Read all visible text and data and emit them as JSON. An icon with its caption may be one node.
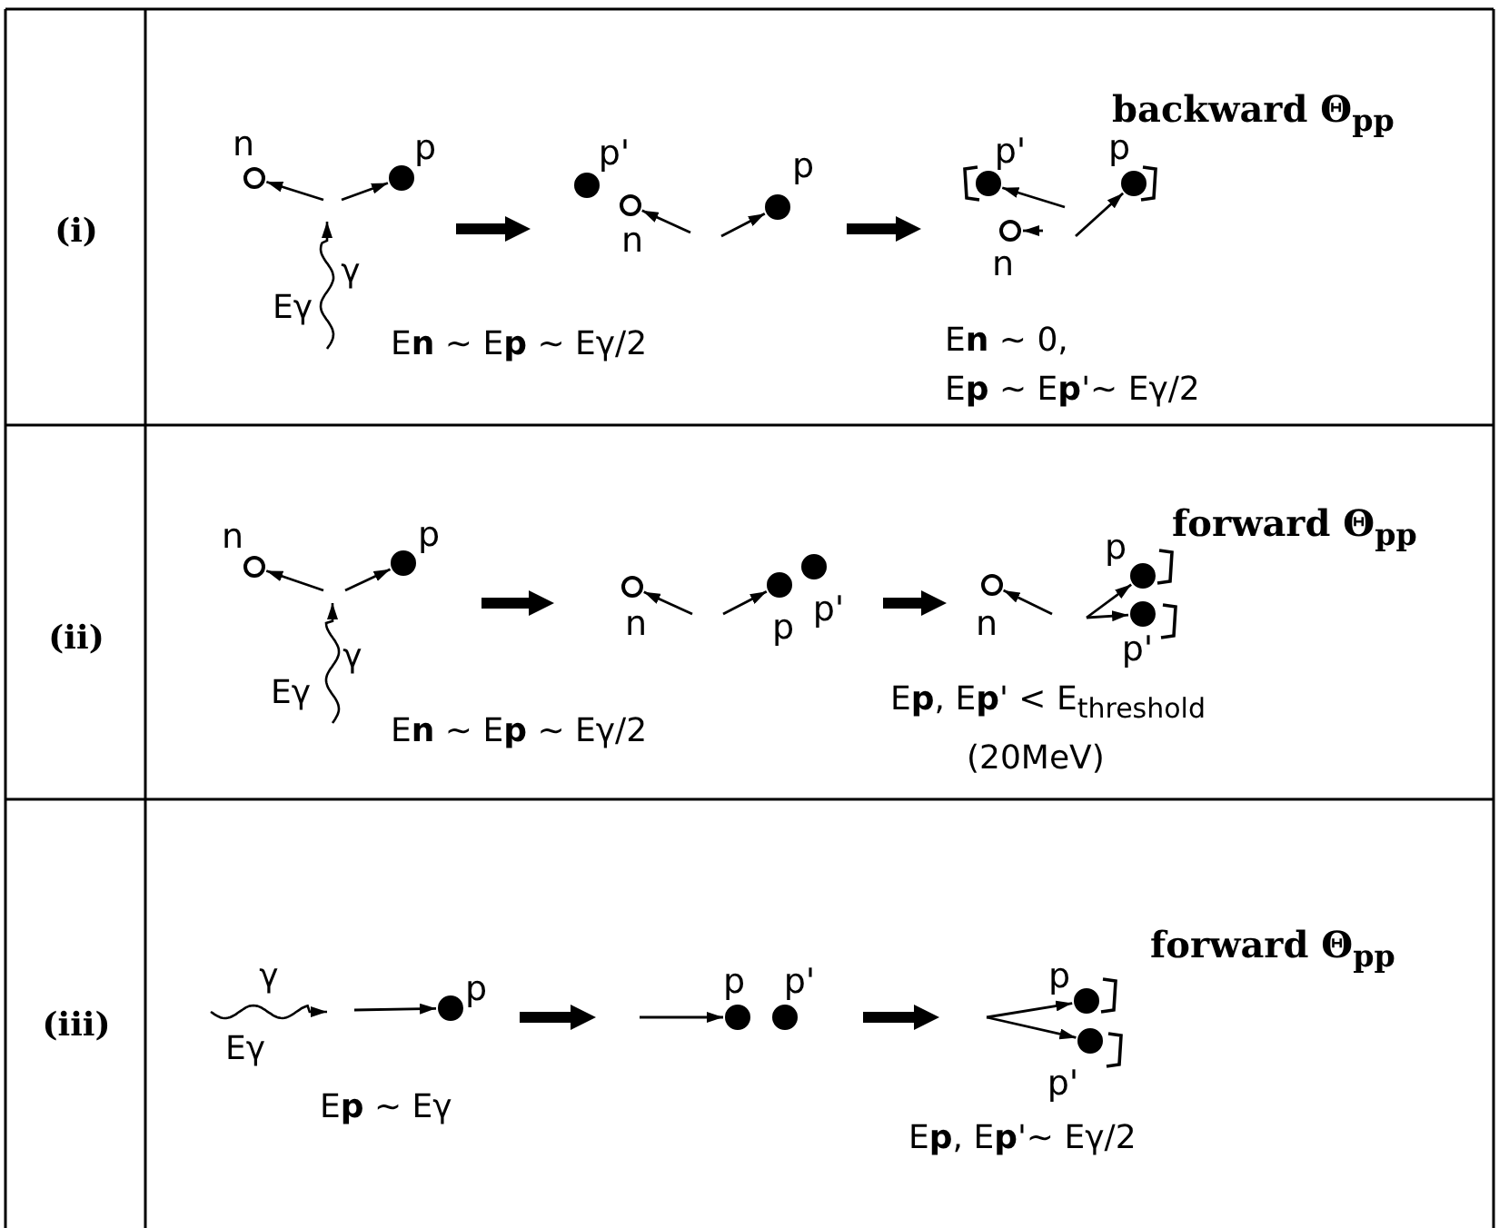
{
  "diagram": {
    "nodes": [
      {
        "text": [],
        "shape": "circle",
        "beside": [
          "n"
        ]
      },
      {
        "text": [],
        "shape": "circle",
        "beside": [
          "p"
        ]
      },
      {
        "text": [],
        "shape": "circle",
        "beside": [
          "p'"
        ]
      },
      {
        "text": [],
        "shape": "circle",
        "beside": [
          "n"
        ]
      },
      {
        "text": [],
        "shape": "circle",
        "beside": [
          "p"
        ]
      },
      {
        "text": [],
        "shape": "circle",
        "beside": [
          "p'"
        ]
      },
      {
        "text": [],
        "shape": "circle",
        "beside": [
          "n"
        ]
      },
      {
        "text": [],
        "shape": "circle",
        "beside": [
          "p"
        ]
      },
      {
        "text": [],
        "shape": "circle",
        "beside": [
          "n"
        ]
      },
      {
        "text": [],
        "shape": "circle",
        "beside": [
          "p"
        ]
      },
      {
        "text": [],
        "shape": "circle",
        "beside": [
          "n"
        ]
      },
      {
        "text": [],
        "shape": "circle",
        "beside": [
          "p"
        ]
      },
      {
        "text": [],
        "shape": "circle",
        "beside": [
          "p'"
        ]
      },
      {
        "text": [],
        "shape": "circle",
        "beside": [
          "n"
        ]
      },
      {
        "text": [],
        "shape": "circle",
        "beside": [
          "p"
        ]
      },
      {
        "text": [],
        "shape": "circle",
        "beside": [
          "p'"
        ]
      },
      {
        "text": [],
        "shape": "circle",
        "beside": [
          "p"
        ]
      },
      {
        "text": [],
        "shape": "circle",
        "beside": [
          "p"
        ]
      },
      {
        "text": [],
        "shape": "circle",
        "beside": [
          "p'"
        ]
      },
      {
        "text": [],
        "shape": "circle",
        "beside": [
          "p"
        ]
      },
      {
        "text": [],
        "shape": "circle",
        "beside": [
          "p'"
        ]
      }
    ],
    "edges": [
      {
        "from": null,
        "to": 0,
        "arrow": "to"
      },
      {
        "from": null,
        "to": 1,
        "arrow": "to"
      },
      {
        "from": null,
        "to": 3,
        "arrow": "to"
      },
      {
        "from": null,
        "to": 4,
        "arrow": "to"
      },
      {
        "from": null,
        "to": 5,
        "arrow": "to"
      },
      {
        "from": null,
        "to": 6,
        "arrow": "to"
      },
      {
        "from": null,
        "to": 7,
        "arrow": "to"
      },
      {
        "from": null,
        "to": 8,
        "arrow": "to"
      },
      {
        "from": null,
        "to": 9,
        "arrow": "to"
      },
      {
        "from": null,
        "to": 10,
        "arrow": "to"
      },
      {
        "from": null,
        "to": 11,
        "arrow": "to"
      },
      {
        "from": null,
        "to": 13,
        "arrow": "to"
      },
      {
        "from": null,
        "to": 14,
        "arrow": "to"
      },
      {
        "from": null,
        "to": 15,
        "arrow": "to"
      },
      {
        "from": null,
        "to": 16,
        "arrow": "to"
      },
      {
        "from": null,
        "to": 17,
        "arrow": "to"
      },
      {
        "from": null,
        "to": 19,
        "arrow": "to"
      },
      {
        "from": null,
        "to": 20,
        "arrow": "to"
      }
    ],
    "labels": [
      "(i)",
      "backward Θ$_{pp}$",
      "γ",
      "Eγ",
      "E**n** ~ E**p** ~ Eγ/2",
      "E**n** ~ 0,",
      "E**p** ~ E**p**'~ Eγ/2",
      "(ii)",
      "forward Θ$_{pp}$",
      "γ",
      "Eγ",
      "E**n** ~ E**p** ~ Eγ/2",
      "E**p**, E**p**' < E$_{threshold}$",
      "(20MeV)",
      "(iii)",
      "forward Θ$_{pp}$",
      "γ",
      "Eγ",
      "E**p** ~ Eγ",
      "E**p**, E**p**'~ Eγ/2"
    ]
  }
}
